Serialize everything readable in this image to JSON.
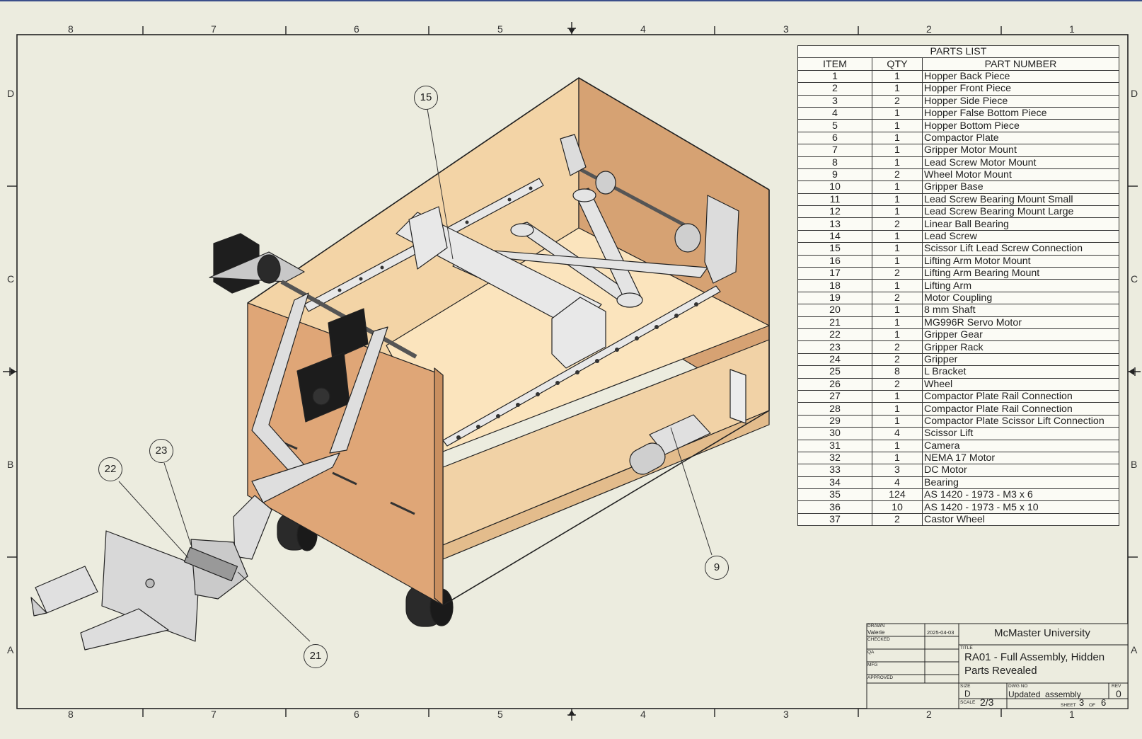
{
  "sheet": {
    "border_top_labels": [
      "8",
      "7",
      "6",
      "5",
      "4",
      "3",
      "2",
      "1"
    ],
    "border_bottom_labels": [
      "8",
      "7",
      "6",
      "5",
      "4",
      "3",
      "2",
      "1"
    ],
    "border_left_labels": [
      "D",
      "C",
      "B",
      "A"
    ],
    "border_right_labels": [
      "D",
      "C",
      "B",
      "A"
    ]
  },
  "parts_list": {
    "title": "PARTS LIST",
    "headers": [
      "ITEM",
      "QTY",
      "PART NUMBER"
    ],
    "rows": [
      [
        "1",
        "1",
        "Hopper Back Piece"
      ],
      [
        "2",
        "1",
        "Hopper Front Piece"
      ],
      [
        "3",
        "2",
        "Hopper Side Piece"
      ],
      [
        "4",
        "1",
        "Hopper False Bottom Piece"
      ],
      [
        "5",
        "1",
        "Hopper Bottom Piece"
      ],
      [
        "6",
        "1",
        "Compactor Plate"
      ],
      [
        "7",
        "1",
        "Gripper Motor Mount"
      ],
      [
        "8",
        "1",
        "Lead Screw Motor Mount"
      ],
      [
        "9",
        "2",
        "Wheel Motor Mount"
      ],
      [
        "10",
        "1",
        "Gripper Base"
      ],
      [
        "11",
        "1",
        "Lead Screw Bearing Mount Small"
      ],
      [
        "12",
        "1",
        "Lead Screw Bearing Mount Large"
      ],
      [
        "13",
        "2",
        "Linear Ball Bearing"
      ],
      [
        "14",
        "1",
        "Lead Screw"
      ],
      [
        "15",
        "1",
        "Scissor Lift Lead Screw Connection"
      ],
      [
        "16",
        "1",
        "Lifting Arm Motor Mount"
      ],
      [
        "17",
        "2",
        "Lifting Arm Bearing Mount"
      ],
      [
        "18",
        "1",
        "Lifting Arm"
      ],
      [
        "19",
        "2",
        "Motor Coupling"
      ],
      [
        "20",
        "1",
        "8 mm Shaft"
      ],
      [
        "21",
        "1",
        "MG996R Servo Motor"
      ],
      [
        "22",
        "1",
        "Gripper Gear"
      ],
      [
        "23",
        "2",
        "Gripper Rack"
      ],
      [
        "24",
        "2",
        "Gripper"
      ],
      [
        "25",
        "8",
        "L Bracket"
      ],
      [
        "26",
        "2",
        "Wheel"
      ],
      [
        "27",
        "1",
        "Compactor Plate Rail Connection"
      ],
      [
        "28",
        "1",
        "Compactor Plate Rail Connection"
      ],
      [
        "29",
        "1",
        "Compactor Plate Scissor Lift Connection"
      ],
      [
        "30",
        "4",
        "Scissor Lift"
      ],
      [
        "31",
        "1",
        "Camera"
      ],
      [
        "32",
        "1",
        "NEMA 17 Motor"
      ],
      [
        "33",
        "3",
        "DC Motor"
      ],
      [
        "34",
        "4",
        "Bearing"
      ],
      [
        "35",
        "124",
        "AS 1420 - 1973 - M3 x 6"
      ],
      [
        "36",
        "10",
        "AS 1420 - 1973 - M5 x 10"
      ],
      [
        "37",
        "2",
        "Castor Wheel"
      ]
    ]
  },
  "balloons": {
    "b15": "15",
    "b9": "9",
    "b22": "22",
    "b23": "23",
    "b21": "21"
  },
  "title_block": {
    "drawn_label": "DRAWN",
    "drawn_by": "Valerie",
    "drawn_date": "2025-04-03",
    "checked_label": "CHECKED",
    "qa_label": "QA",
    "mfg_label": "MFG",
    "approved_label": "APPROVED",
    "company": "McMaster University",
    "title_label": "TITLE",
    "title_line1": "RA01 - Full Assembly, Hidden",
    "title_line2": "Parts Revealed",
    "size_label": "SIZE",
    "size": "D",
    "dwg_label": "DWG NO",
    "dwg_no": "Updated_assembly",
    "rev_label": "REV",
    "rev": "0",
    "scale_label": "SCALE",
    "scale": "2/3",
    "sheet_label": "SHEET",
    "sheet_no": "3",
    "of_label": "OF",
    "sheet_total": "6"
  },
  "colors": {
    "paper": "#ececdf",
    "wood_light": "#f7dfb6",
    "wood_mid": "#ecc596",
    "wood_dark": "#d7a677",
    "metal": "#e6e6e6",
    "motor": "#1a1a1a"
  }
}
